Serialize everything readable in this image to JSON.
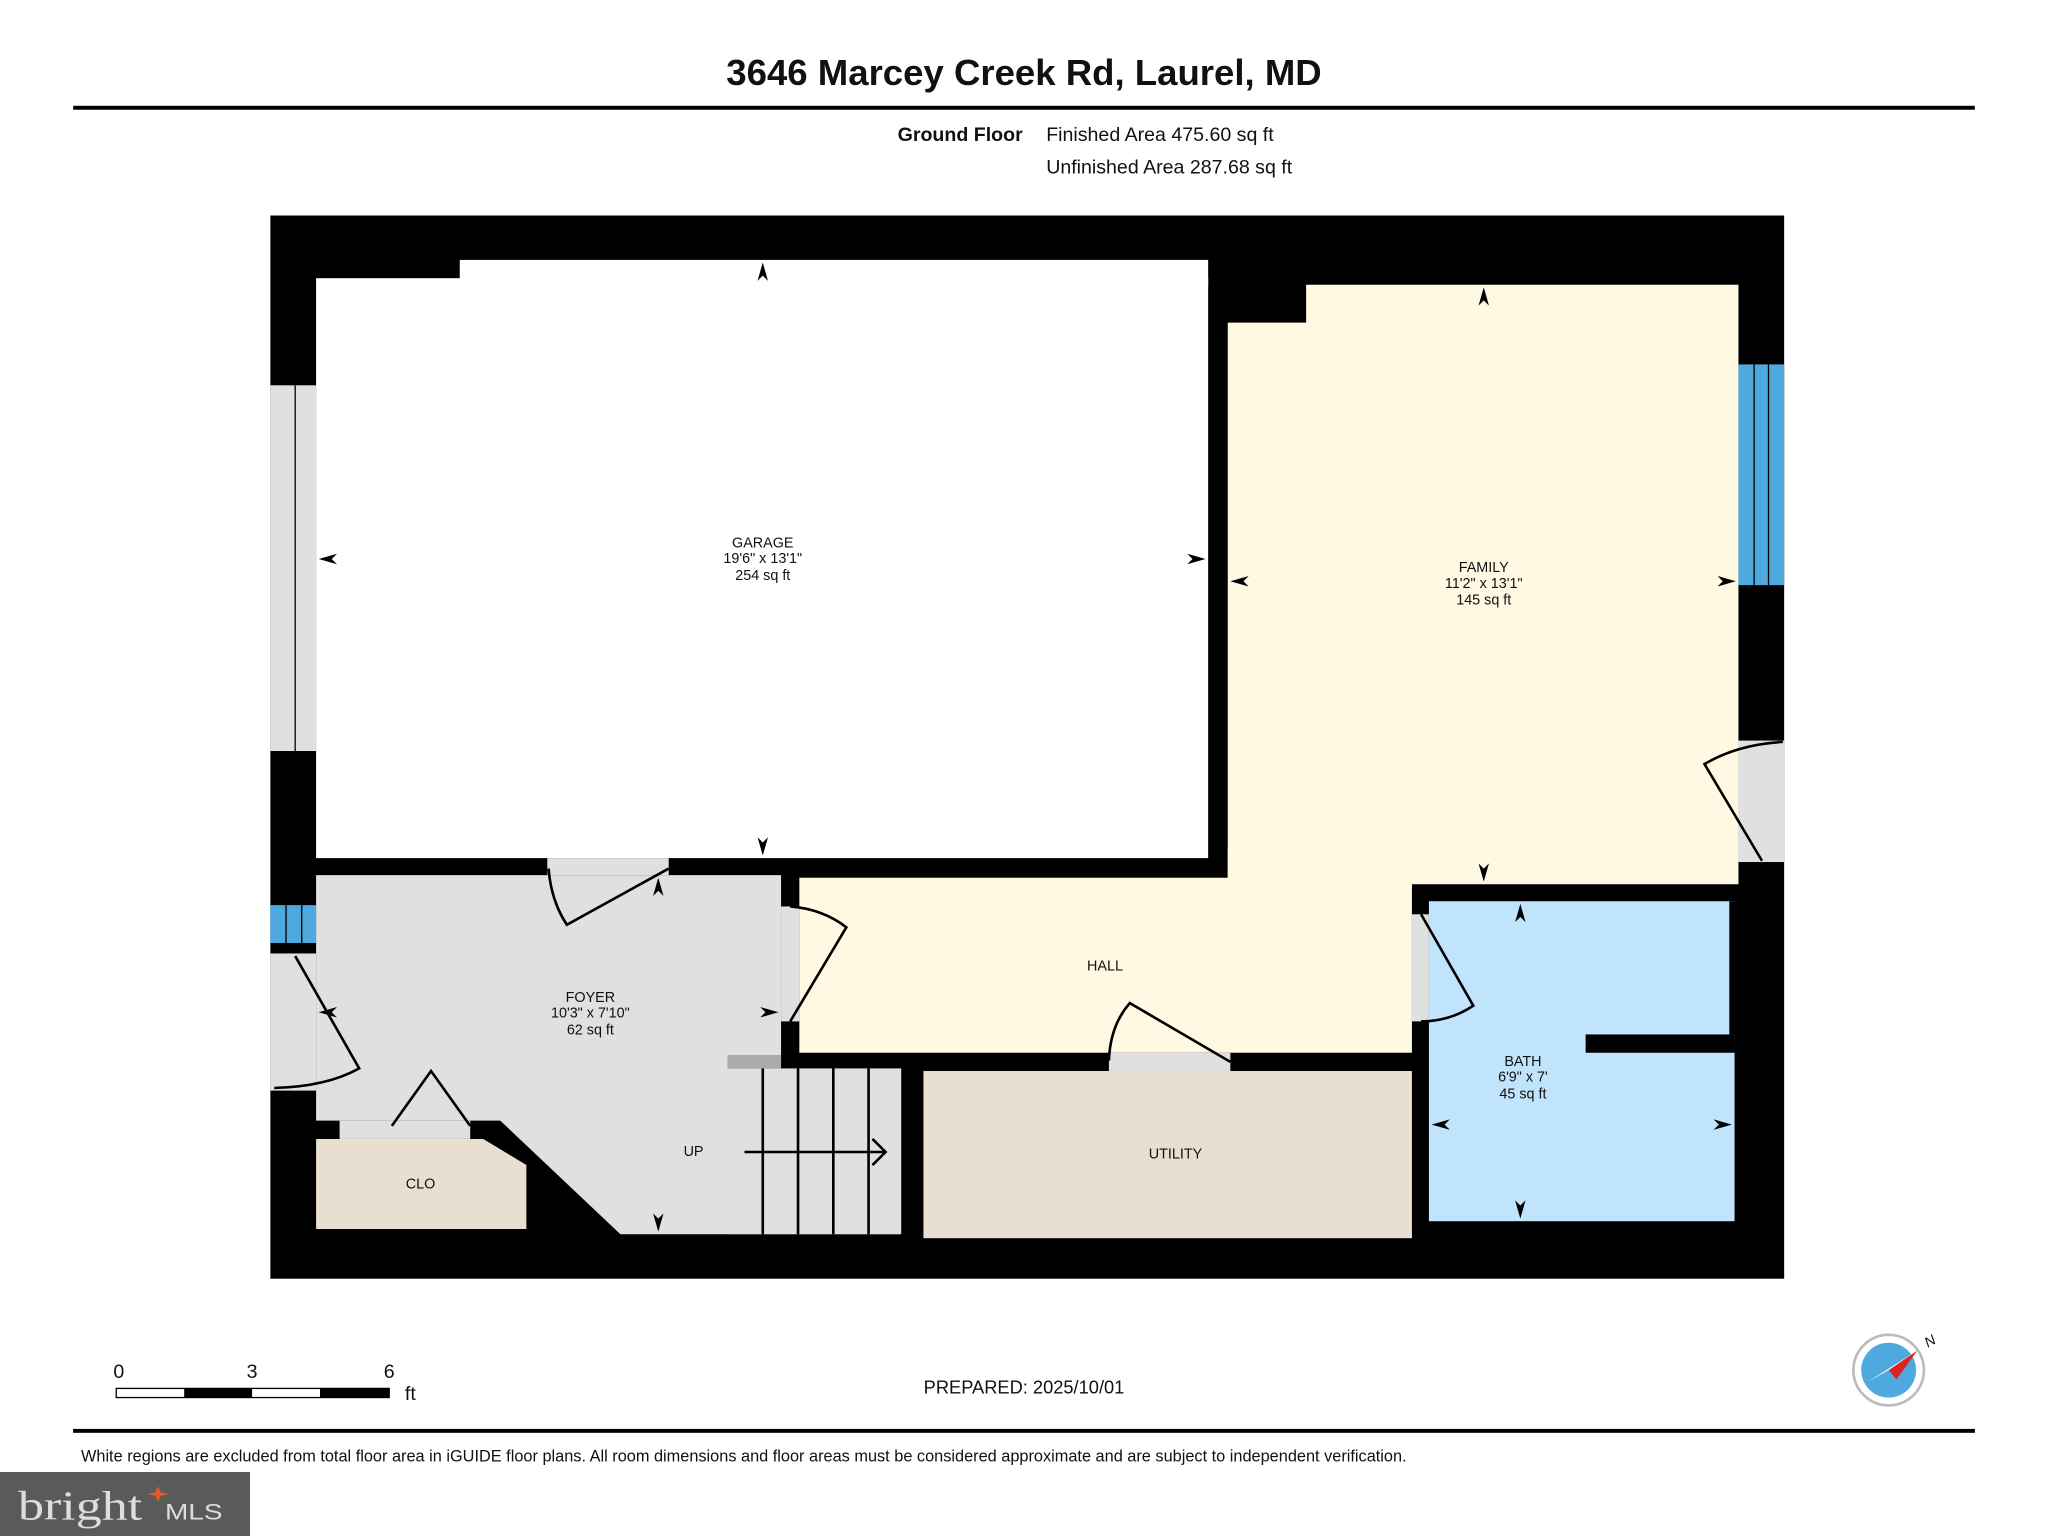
{
  "header": {
    "title": "3646 Marcey Creek Rd, Laurel, MD"
  },
  "floor": {
    "name": "Ground Floor",
    "finished_area": "Finished Area 475.60 sq ft",
    "unfinished_area": "Unfinished Area 287.68 sq ft"
  },
  "rooms": {
    "garage": {
      "name": "GARAGE",
      "dims": "19'6\" x 13'1\"",
      "area": "254 sq ft"
    },
    "family": {
      "name": "FAMILY",
      "dims": "11'2\" x 13'1\"",
      "area": "145 sq ft"
    },
    "foyer": {
      "name": "FOYER",
      "dims": "10'3\" x 7'10\"",
      "area": "62 sq ft"
    },
    "bath": {
      "name": "BATH",
      "dims": "6'9\" x 7'",
      "area": "45 sq ft"
    },
    "hall": {
      "name": "HALL"
    },
    "utility": {
      "name": "UTILITY"
    },
    "closet": {
      "name": "CLO"
    },
    "stairs": {
      "label": "UP"
    }
  },
  "scale_bar": {
    "ticks": [
      "0",
      "3",
      "6"
    ],
    "unit": "ft"
  },
  "prepared": "PREPARED: 2025/10/01",
  "compass": {
    "label": "N"
  },
  "disclaimer": "White regions are excluded from total floor area in iGUIDE floor plans. All room dimensions and floor areas must be considered approximate and are subject to independent verification.",
  "logo": {
    "text": "bright MLS"
  },
  "colors": {
    "wall": "#000000",
    "finished": "#fff8e3",
    "unfinished": "#e0e0e0",
    "utility": "#e8dfd0",
    "bath": "#c0e4fb",
    "window": "#4ea9df"
  }
}
